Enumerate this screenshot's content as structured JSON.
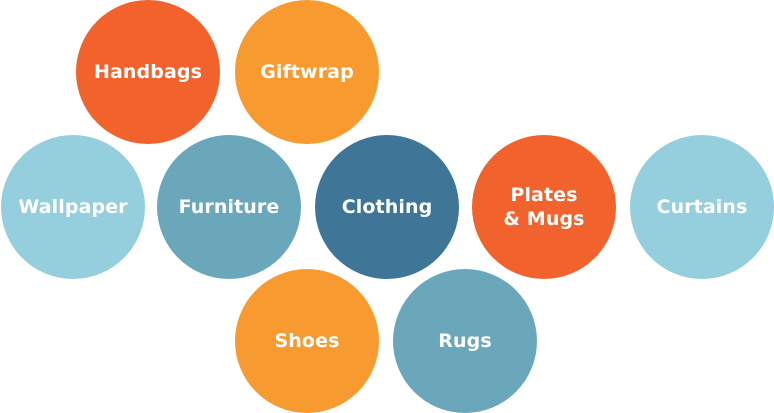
{
  "colors": {
    "orange_red": "#f1622d",
    "orange": "#f79a2f",
    "light_blue": "#95cedd",
    "mid_blue": "#6ba7ba",
    "dark_blue": "#3f7698"
  },
  "bubbles": [
    {
      "label": "Handbags",
      "color": "#f1622d"
    },
    {
      "label": "Giftwrap",
      "color": "#f79a2f"
    },
    {
      "label": "Wallpaper",
      "color": "#95cedd"
    },
    {
      "label": "Furniture",
      "color": "#6ba7ba"
    },
    {
      "label": "Clothing",
      "color": "#3f7698"
    },
    {
      "label": "Plates\n& Mugs",
      "color": "#f1622d"
    },
    {
      "label": "Curtains",
      "color": "#95cedd"
    },
    {
      "label": "Shoes",
      "color": "#f79a2f"
    },
    {
      "label": "Rugs",
      "color": "#6ba7ba"
    }
  ]
}
